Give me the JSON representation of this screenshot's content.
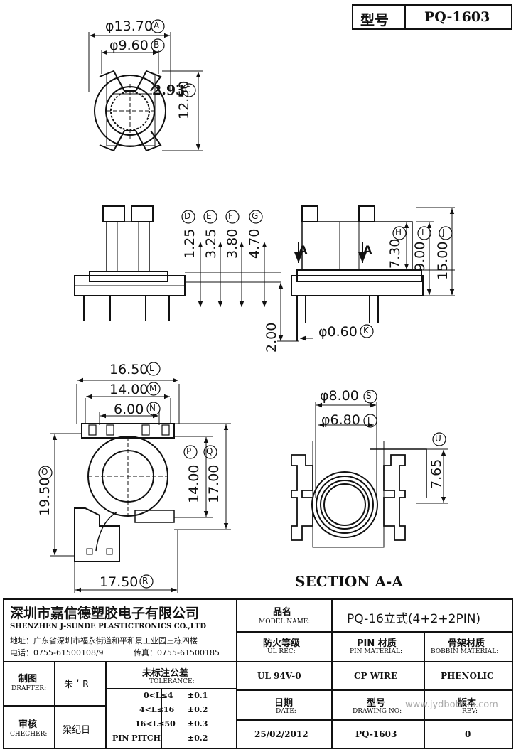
{
  "header": {
    "label": "型号",
    "value": "PQ-1603"
  },
  "dimensions": {
    "A": "A",
    "B": "B",
    "C": "C",
    "D": "D",
    "E": "E",
    "F": "F",
    "G": "G",
    "H": "H",
    "I": "I",
    "J": "J",
    "K": "K",
    "L": "L",
    "M": "M",
    "N": "N",
    "O": "O",
    "P": "P",
    "Q": "Q",
    "R": "R",
    "S": "S",
    "T": "T",
    "U": "U",
    "dA": "φ13.70",
    "dB": "φ9.60",
    "dC": "2.93",
    "dC2": "12.50",
    "dD": "1.25",
    "dE": "3.25",
    "dF": "3.80",
    "dG": "4.70",
    "dH": "7.30",
    "dI": "9.00",
    "dJ": "15.00",
    "dK": "φ0.60",
    "d200": "2.00",
    "dL": "16.50",
    "dM": "14.00",
    "dN": "6.00",
    "dO": "19.50",
    "dP": "14.00",
    "dQ": "17.00",
    "dR": "17.50",
    "dS": "φ8.00",
    "dT": "φ6.80",
    "dU": "7.65",
    "sectionA": "A"
  },
  "section_label": "SECTION A-A",
  "company": {
    "name_cn": "深圳市嘉信德塑胶电子有限公司",
    "name_en": "SHENZHEN J-SUNDE PLASTICTRONICS CO.,LTD",
    "address": "地址：广东省深圳市福永街道和平和景工业园三栋四楼",
    "phone": "电话：0755-61500108/9",
    "fax": "传真：0755-61500185"
  },
  "titleblock": {
    "model_cn": "品名",
    "model_en": "MODEL NAME:",
    "model_val": "PQ-16立式(4+2+2PIN)",
    "fire_cn": "防火等级",
    "fire_en": "UL REC:",
    "fire_val": "UL 94V-0",
    "pin_cn": "PIN 材质",
    "pin_en": "PIN MATERIAL:",
    "pin_val": "CP WIRE",
    "bobbin_cn": "骨架材质",
    "bobbin_en": "BOBBIN MATERIAL:",
    "bobbin_val": "PHENOLIC",
    "drafter_cn": "制图",
    "drafter_en": "DRAFTER:",
    "drafter_val": "朱＇R",
    "checker_cn": "审核",
    "checker_en": "CHECHER:",
    "checker_val": "梁纪日",
    "tol_cn": "未标注公差",
    "tol_en": "TOLERANCE:",
    "tol_rows": [
      {
        "range": "0<L≤4",
        "val": "±0.1"
      },
      {
        "range": "4<L≤16",
        "val": "±0.2"
      },
      {
        "range": "16<L≤50",
        "val": "±0.3"
      },
      {
        "range": "PIN PITCH",
        "val": "±0.2"
      }
    ],
    "date_cn": "日期",
    "date_en": "DATE:",
    "date_val": "25/02/2012",
    "drawing_cn": "型号",
    "drawing_en": "DRAWING NO:",
    "drawing_val": "PQ-1603",
    "rev_cn": "版本",
    "rev_en": "REV:",
    "rev_val": "0"
  },
  "watermark": "www.jydbobbin.com"
}
